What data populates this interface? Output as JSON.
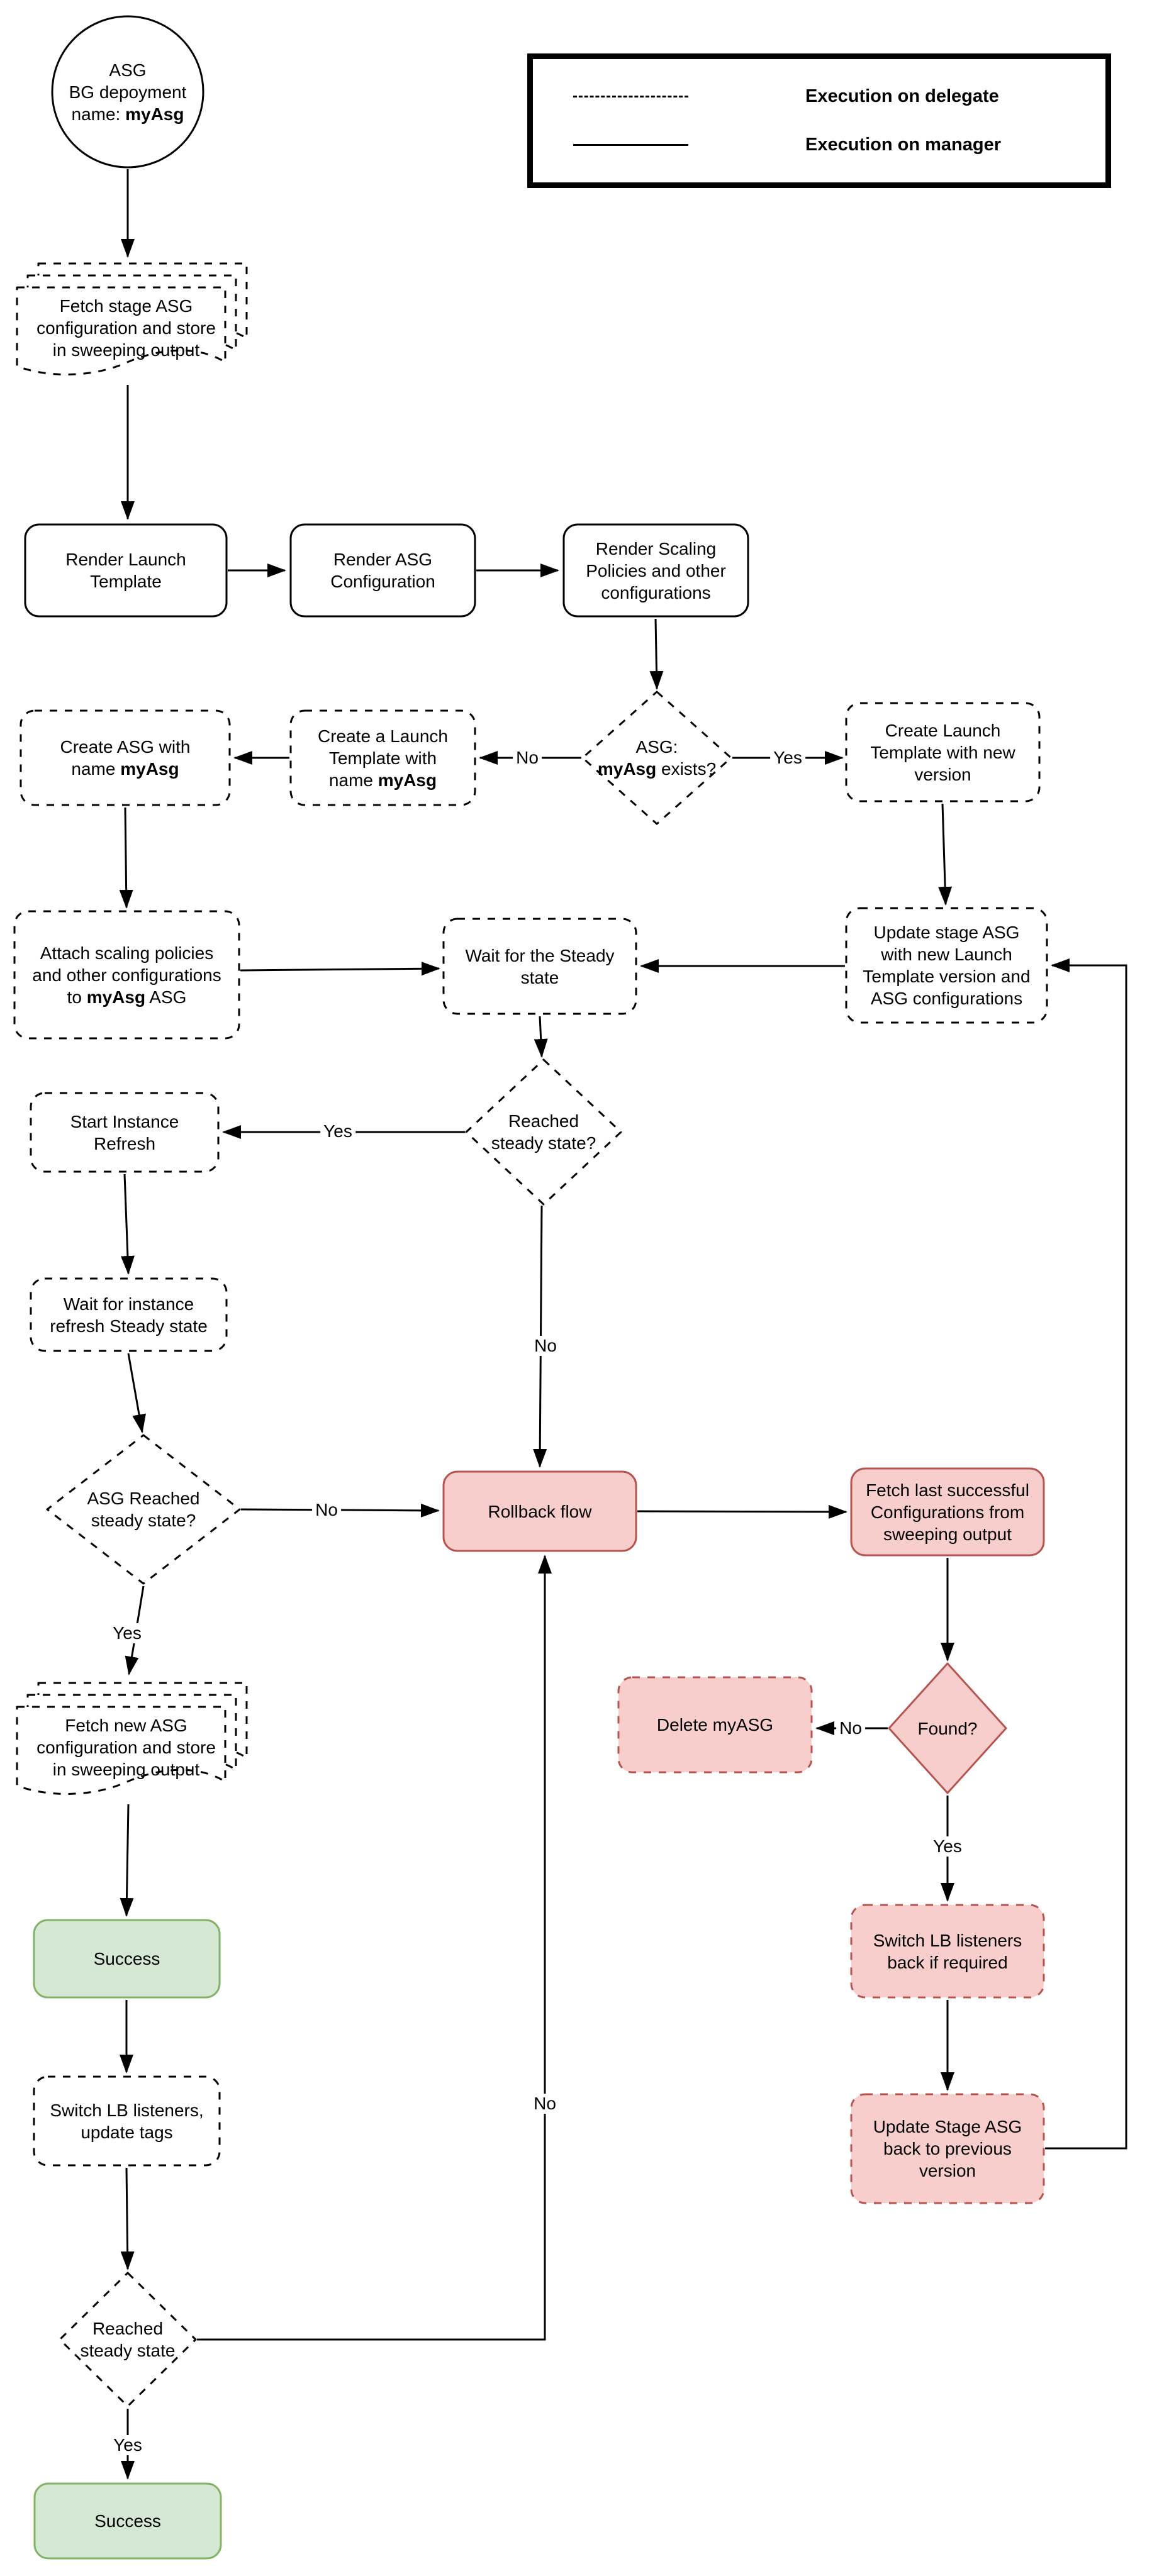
{
  "legend": {
    "delegate": "Execution on delegate",
    "manager": "Execution on manager"
  },
  "labels": {
    "yes": "Yes",
    "no": "No"
  },
  "colors": {
    "danger_fill": "#f8cecc",
    "danger_stroke": "#b85450",
    "success_fill": "#d5e8d4",
    "success_stroke": "#82b366",
    "line": "#000000"
  },
  "nodes": {
    "start": {
      "label": "ASG\nBG depoyment\nname: **myAsg**"
    },
    "fetch_stage": {
      "label": "Fetch stage ASG\nconfiguration and store\nin sweeping output"
    },
    "render_launch": {
      "label": "Render Launch\nTemplate"
    },
    "render_asg": {
      "label": "Render ASG\nConfiguration"
    },
    "render_scaling": {
      "label": "Render Scaling\nPolicies and other\nconfigurations"
    },
    "asg_exists": {
      "label": "ASG:\n**myAsg** exists?"
    },
    "create_lt_new": {
      "label": "Create Launch\nTemplate with new\nversion"
    },
    "create_lt_myasg": {
      "label": "Create a Launch\nTemplate with\nname **myAsg**"
    },
    "create_asg": {
      "label": "Create ASG with\nname **myAsg**"
    },
    "attach_scaling": {
      "label": "Attach scaling policies\nand other configurations\nto **myAsg** ASG"
    },
    "wait_steady": {
      "label": "Wait for the Steady\nstate"
    },
    "update_stage": {
      "label": "Update stage ASG\nwith new Launch\nTemplate version and\nASG configurations"
    },
    "start_refresh": {
      "label": "Start Instance\nRefresh"
    },
    "reached_steady_q": {
      "label": "Reached\nsteady state?"
    },
    "wait_refresh": {
      "label": "Wait for instance\nrefresh Steady state"
    },
    "asg_reached_q": {
      "label": "ASG Reached\nsteady state?"
    },
    "rollback": {
      "label": "Rollback flow"
    },
    "fetch_last": {
      "label": "Fetch last successful\nConfigurations from\nsweeping output"
    },
    "found_q": {
      "label": "Found?"
    },
    "delete_myasg": {
      "label": "Delete myASG"
    },
    "fetch_new": {
      "label": "Fetch new ASG\nconfiguration and store\nin sweeping output"
    },
    "success_mid": {
      "label": "Success"
    },
    "switch_lb": {
      "label": "Switch LB listeners,\nupdate tags"
    },
    "switch_lb_back": {
      "label": "Switch LB listeners\nback if required"
    },
    "update_back": {
      "label": "Update Stage ASG\nback to previous\nversion"
    },
    "reached_steady_final": {
      "label": "Reached\nsteady state"
    },
    "success_final": {
      "label": "Success"
    }
  }
}
